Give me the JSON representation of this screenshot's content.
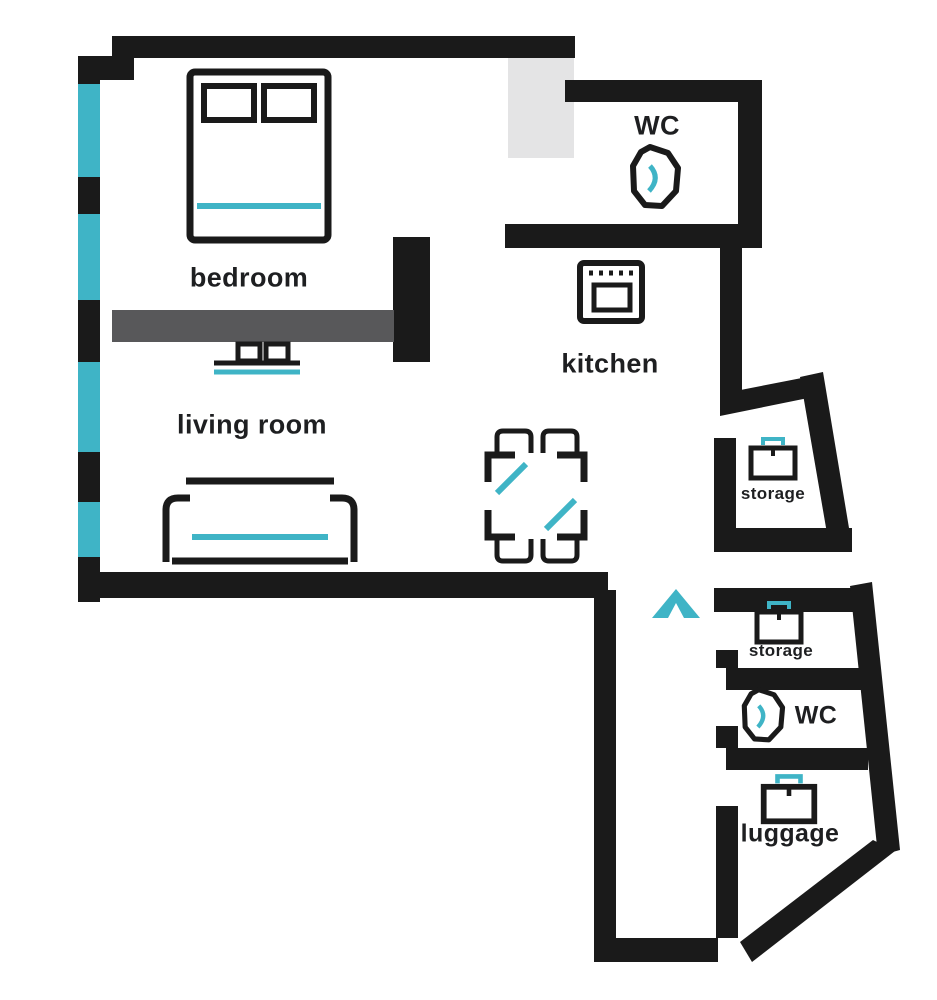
{
  "colors": {
    "wall": "#1a1a1a",
    "accent": "#3fb4c6",
    "partition": "#58585a",
    "shaft": "#e4e4e5",
    "text": "#1e1f21"
  },
  "rooms": {
    "bedroom": "bedroom",
    "wc_top": "WC",
    "kitchen": "kitchen",
    "living_room": "living room",
    "storage_upper": "storage",
    "storage_lower": "storage",
    "wc_lower": "WC",
    "luggage": "luggage"
  },
  "icons": {
    "bed": "double-bed-icon",
    "tv": "tv-stand-icon",
    "sofa": "sofa-icon",
    "dining_table": "dining-table-with-chairs-icon",
    "stove": "stove-icon",
    "toilet_top": "toilet-icon",
    "toilet_lower": "toilet-icon",
    "storage_upper": "storage-box-icon",
    "storage_lower": "storage-box-icon",
    "luggage": "luggage-box-icon",
    "entrance": "entrance-arrow-icon",
    "windows": "window-strip-icon"
  }
}
